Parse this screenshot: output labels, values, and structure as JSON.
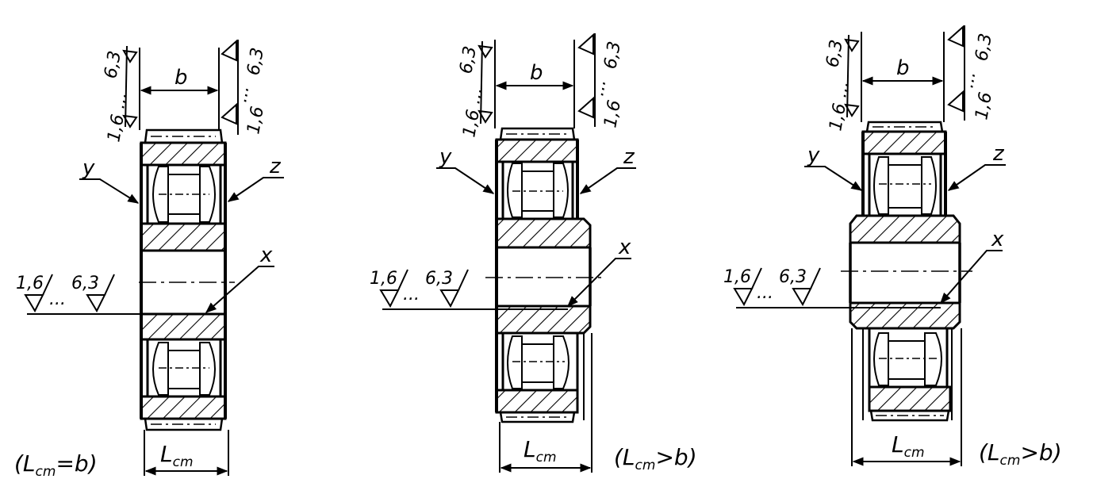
{
  "figures": [
    {
      "width_label": "b",
      "hub_label": "L",
      "hub_label_sub": "cm",
      "leader_left": "y",
      "leader_right": "z",
      "leader_bore": "x",
      "rough_low": "1,6",
      "rough_high": "6,3",
      "rough_dots": "...",
      "caption_open": "(L",
      "caption_sub": "cm",
      "caption_rest": "=b)"
    },
    {
      "width_label": "b",
      "hub_label": "L",
      "hub_label_sub": "cm",
      "leader_left": "y",
      "leader_right": "z",
      "leader_bore": "x",
      "rough_low": "1,6",
      "rough_high": "6,3",
      "rough_dots": "...",
      "caption_open": "(L",
      "caption_sub": "cm",
      "caption_rest": ">b)"
    },
    {
      "width_label": "b",
      "hub_label": "L",
      "hub_label_sub": "cm",
      "leader_left": "y",
      "leader_right": "z",
      "leader_bore": "x",
      "rough_low": "1,6",
      "rough_high": "6,3",
      "rough_dots": "...",
      "caption_open": "(L",
      "caption_sub": "cm",
      "caption_rest": ">b)"
    }
  ]
}
